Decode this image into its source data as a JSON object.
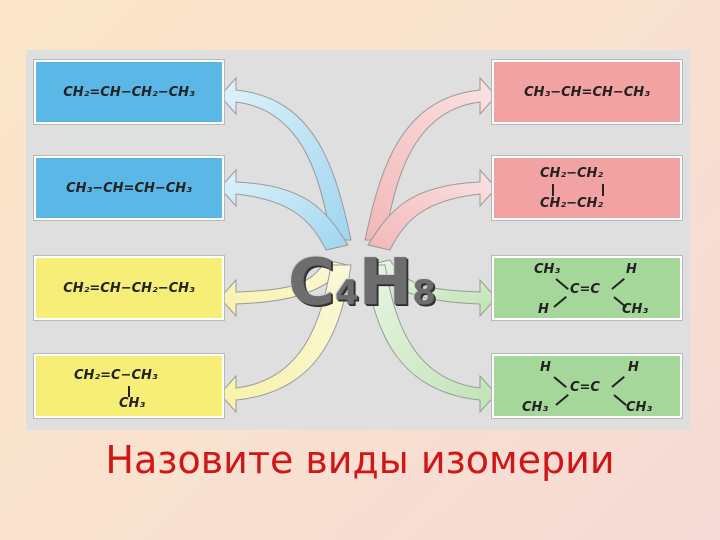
{
  "center_formula": {
    "c": "C",
    "c_sub": "4",
    "h": "H",
    "h_sub": "8"
  },
  "left_boxes": [
    {
      "text": "CH₂=CH−CH₂−CH₃"
    },
    {
      "text": "CH₃−CH=CH−CH₃"
    },
    {
      "text": "CH₂=CH−CH₂−CH₃"
    },
    {
      "main": "CH₂=C−CH₃",
      "branch": "CH₃"
    }
  ],
  "right_boxes": [
    {
      "text": "CH₃−CH=CH−CH₃"
    },
    {
      "top": "CH₂−CH₂",
      "bottom": "CH₂−CH₂"
    },
    {
      "tl": "CH₃",
      "tr": "H",
      "mid": "C=C",
      "bl": "H",
      "br": "CH₃"
    },
    {
      "tl": "H",
      "tr": "H",
      "mid": "C=C",
      "bl": "CH₃",
      "br": "CH₃"
    }
  ],
  "caption": "Назовите виды изомерии",
  "colors": {
    "blue": "#5bb8e6",
    "pink": "#f2a2a2",
    "yellow": "#f6ee76",
    "green": "#a6d79a",
    "caption": "#d01616"
  }
}
